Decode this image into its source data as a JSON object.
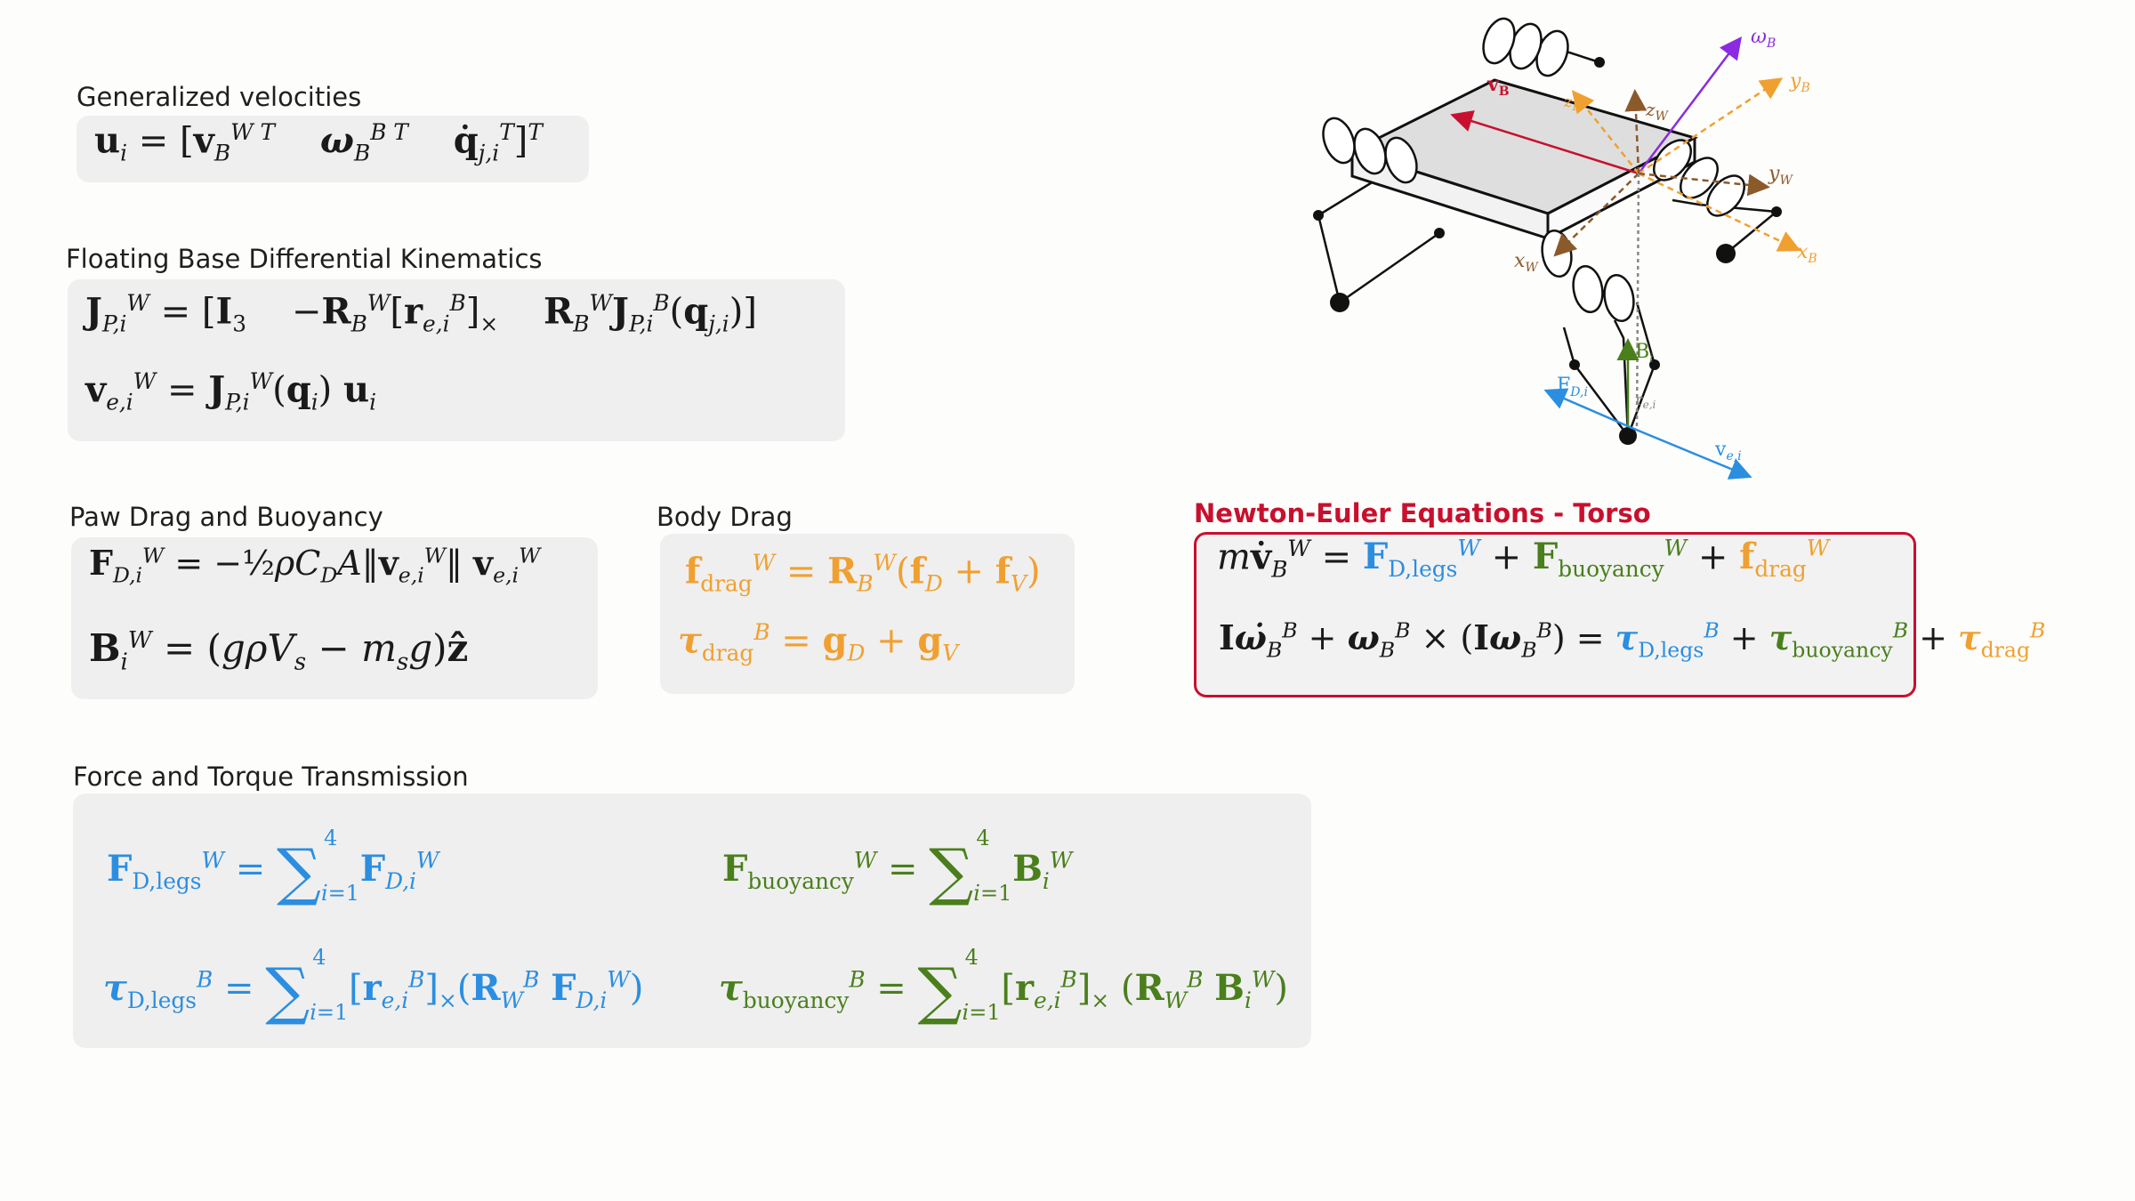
{
  "headings": {
    "gen_vel": "Generalized velocities",
    "float_base": "Floating Base Differential Kinematics",
    "paw_drag": "Paw Drag and Buoyancy",
    "body_drag": "Body Drag",
    "newton_euler": "Newton-Euler Equations - Torso",
    "force_torque": "Force and Torque Transmission"
  },
  "labels": {
    "omega_B": "ω",
    "omega_B_sub": "B",
    "v_B": "v",
    "v_B_sub": "B",
    "z_B": "z",
    "z_B_sub": "B",
    "z_W": "z",
    "z_W_sub": "W",
    "y_B": "y",
    "y_B_sub": "B",
    "y_W": "y",
    "y_W_sub": "W",
    "x_W": "x",
    "x_W_sub": "W",
    "x_B": "x",
    "x_B_sub": "B",
    "B_i": "B",
    "B_i_sub": "i",
    "F_Di": "F",
    "F_Di_sub": "D,i",
    "r_ei": "r",
    "r_ei_sub": "e,i",
    "v_ei": "v",
    "v_ei_sub": "e,i"
  },
  "colors": {
    "red": "#c8102e",
    "blue": "#2b8ee0",
    "green": "#4a7f1c",
    "orange": "#f0a030",
    "purple": "#8a2be2",
    "brown": "#8b5a2b",
    "box_bg": "#efefef"
  }
}
